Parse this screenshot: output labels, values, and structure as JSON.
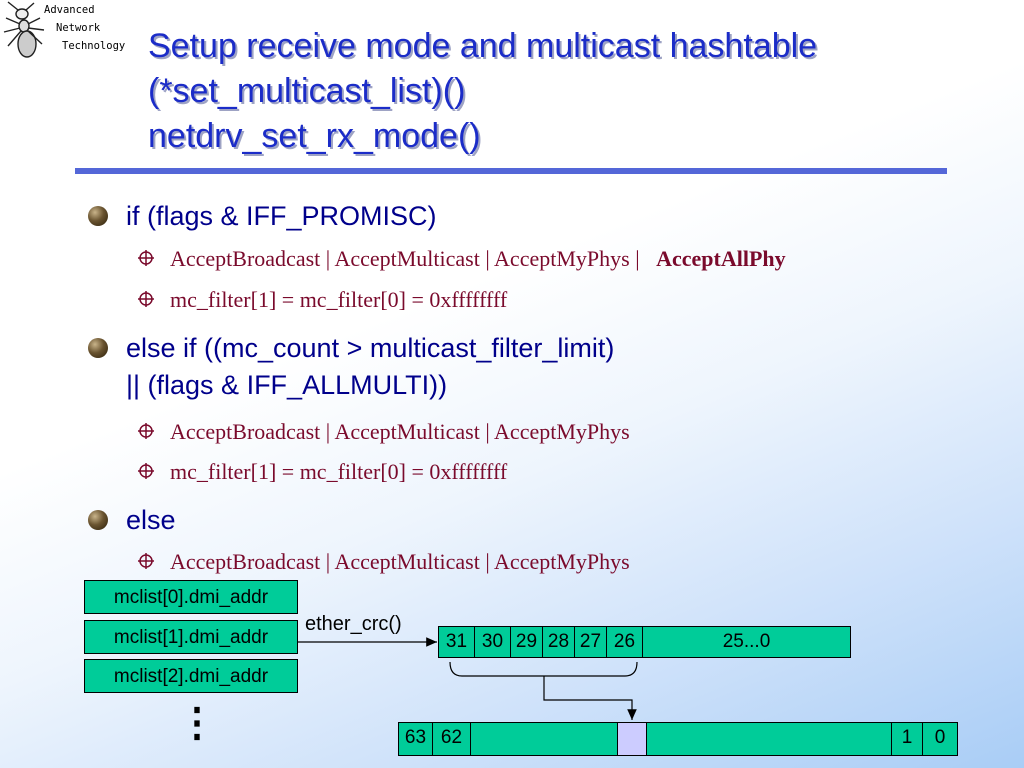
{
  "logo": {
    "icon": "ant-icon",
    "lines": [
      "Advanced",
      "Network",
      "Technology"
    ]
  },
  "title": {
    "lines": [
      "Setup receive mode and multicast hashtable",
      "(*set_multicast_list)()",
      "netdrv_set_rx_mode()"
    ]
  },
  "bullets": [
    {
      "text": "if (flags & IFF_PROMISC)",
      "subs": [
        {
          "text": "AcceptBroadcast | AcceptMulticast | AcceptMyPhys |",
          "bold": "AcceptAllPhy"
        },
        {
          "text": "mc_filter[1] = mc_filter[0] = 0xffffffff"
        }
      ]
    },
    {
      "lines": [
        "else if ((mc_count > multicast_filter_limit)",
        "|| (flags & IFF_ALLMULTI))"
      ],
      "subs": [
        {
          "text": "AcceptBroadcast | AcceptMulticast | AcceptMyPhys"
        },
        {
          "text": "mc_filter[1] = mc_filter[0] = 0xffffffff"
        }
      ]
    },
    {
      "text": "else",
      "subs": [
        {
          "text": "AcceptBroadcast | AcceptMulticast | AcceptMyPhys"
        }
      ]
    }
  ],
  "diagram": {
    "mclist": [
      "mclist[0].dmi_addr",
      "mclist[1].dmi_addr",
      "mclist[2].dmi_addr"
    ],
    "ellipsis": "⋮",
    "crc_label": "ether_crc()",
    "crc_bits": [
      "31",
      "30",
      "29",
      "28",
      "27",
      "26",
      "25...0"
    ],
    "hash_bits": [
      "63",
      "62",
      "1",
      "0"
    ],
    "colors": {
      "cell": "#00cc99",
      "selected_bit": "#ccccff",
      "title": "#1b2cc8",
      "rule": "#5467d8",
      "bullet_text": "#00008b",
      "sub_text": "#7a0a2c"
    }
  }
}
